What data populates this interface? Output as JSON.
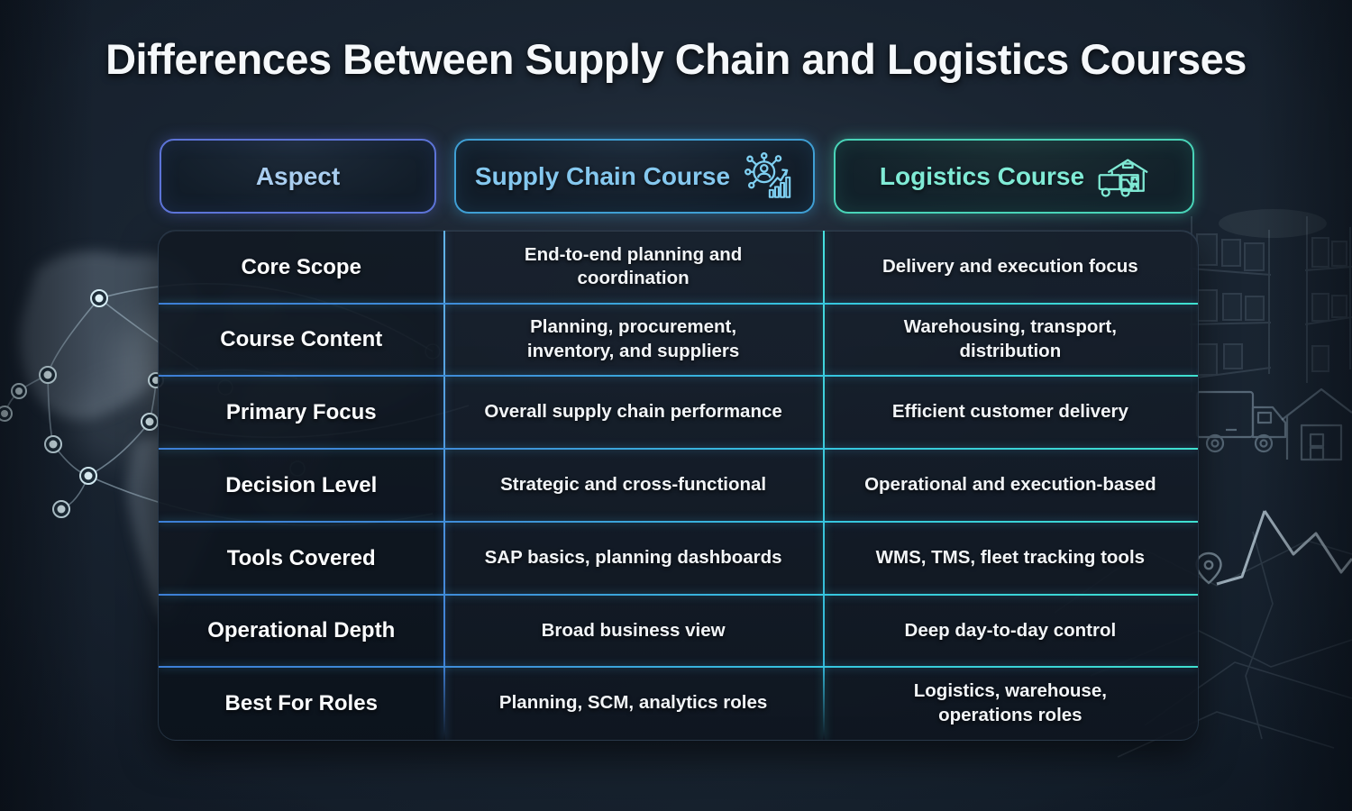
{
  "title": "Differences Between Supply Chain and Logistics Courses",
  "columns": {
    "aspect": {
      "label": "Aspect"
    },
    "supply_chain": {
      "label": "Supply Chain Course",
      "icon": "supply-chain-network-icon"
    },
    "logistics": {
      "label": "Logistics Course",
      "icon": "warehouse-truck-icon"
    }
  },
  "table": {
    "rows": [
      {
        "aspect": "Core Scope",
        "supply_chain": "End-to-end planning and coordination",
        "logistics": "Delivery and execution focus"
      },
      {
        "aspect": "Course Content",
        "supply_chain": "Planning, procurement,\ninventory, and suppliers",
        "logistics": "Warehousing, transport,\ndistribution"
      },
      {
        "aspect": "Primary Focus",
        "supply_chain": "Overall supply chain performance",
        "logistics": "Efficient customer delivery"
      },
      {
        "aspect": "Decision Level",
        "supply_chain": "Strategic and cross-functional",
        "logistics": "Operational and execution-based"
      },
      {
        "aspect": "Tools Covered",
        "supply_chain": "SAP basics, planning dashboards",
        "logistics": "WMS, TMS, fleet tracking tools"
      },
      {
        "aspect": "Operational Depth",
        "supply_chain": "Broad business view",
        "logistics": "Deep day-to-day control"
      },
      {
        "aspect": "Best For Roles",
        "supply_chain": "Planning, SCM, analytics roles",
        "logistics": "Logistics, warehouse,\noperations roles"
      }
    ]
  },
  "colors": {
    "title_text": "#f5f8fb",
    "aspect_pill_text": "#a9cdef",
    "aspect_pill_border": "#5d74d8",
    "supply_pill_text": "#85c8ef",
    "supply_pill_border": "#3f9fd4",
    "supply_icon": "#7fd0f2",
    "logistics_pill_text": "#80ebd6",
    "logistics_pill_border": "#49d4b8",
    "logistics_icon": "#7fe9d4",
    "grid_blue": "#3d7fd6",
    "grid_cyan": "#3fe0d0",
    "cell_text": "#f2f5f8"
  }
}
